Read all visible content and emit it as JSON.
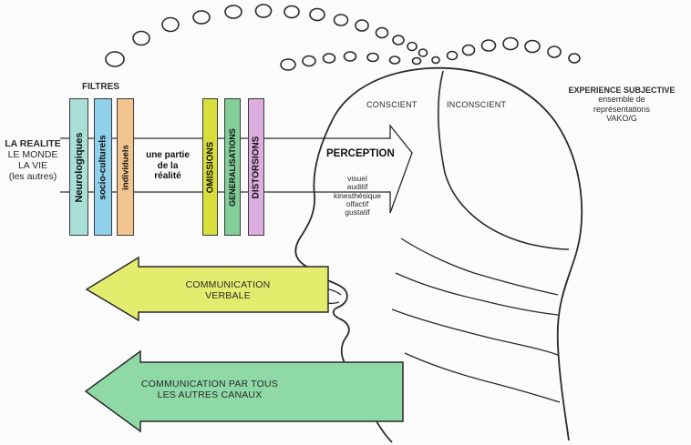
{
  "reality": {
    "line1": "LA REALITE",
    "line2": "LE MONDE",
    "line3": "LA VIE",
    "line4": "(les autres)"
  },
  "filters_title": "FILTRES",
  "filters": [
    {
      "label": "Neurologiques",
      "color": "#a8e0d8"
    },
    {
      "label": "socio-culturels",
      "color": "#8fd0ea"
    },
    {
      "label": "individuels",
      "color": "#f3c58e"
    }
  ],
  "partial_reality": {
    "line1": "une partie",
    "line2": "de la",
    "line3": "réalité"
  },
  "processes": [
    {
      "label": "OMISSIONS",
      "color": "#d9df3a"
    },
    {
      "label": "GENERALISATIONS",
      "color": "#84cf98"
    },
    {
      "label": "DISTORSIONS",
      "color": "#dcaee0"
    }
  ],
  "conscient": "CONSCIENT",
  "inconscient": "INCONSCIENT",
  "perception": {
    "title": "PERCEPTION",
    "channels": [
      "visuel",
      "auditif",
      "kinesthésique",
      "olfactif",
      "gustatif"
    ]
  },
  "experience": {
    "line1": "EXPERIENCE SUBJECTIVE",
    "line2": "ensemble de",
    "line3": "représentations",
    "line4": "VAKO/G"
  },
  "verbal": {
    "line1": "COMMUNICATION",
    "line2": "VERBALE",
    "color": "#e4ec6e"
  },
  "nonverbal": {
    "line1": "COMMUNICATION PAR TOUS",
    "line2": "LES AUTRES CANAUX",
    "color": "#8ed9a6"
  }
}
